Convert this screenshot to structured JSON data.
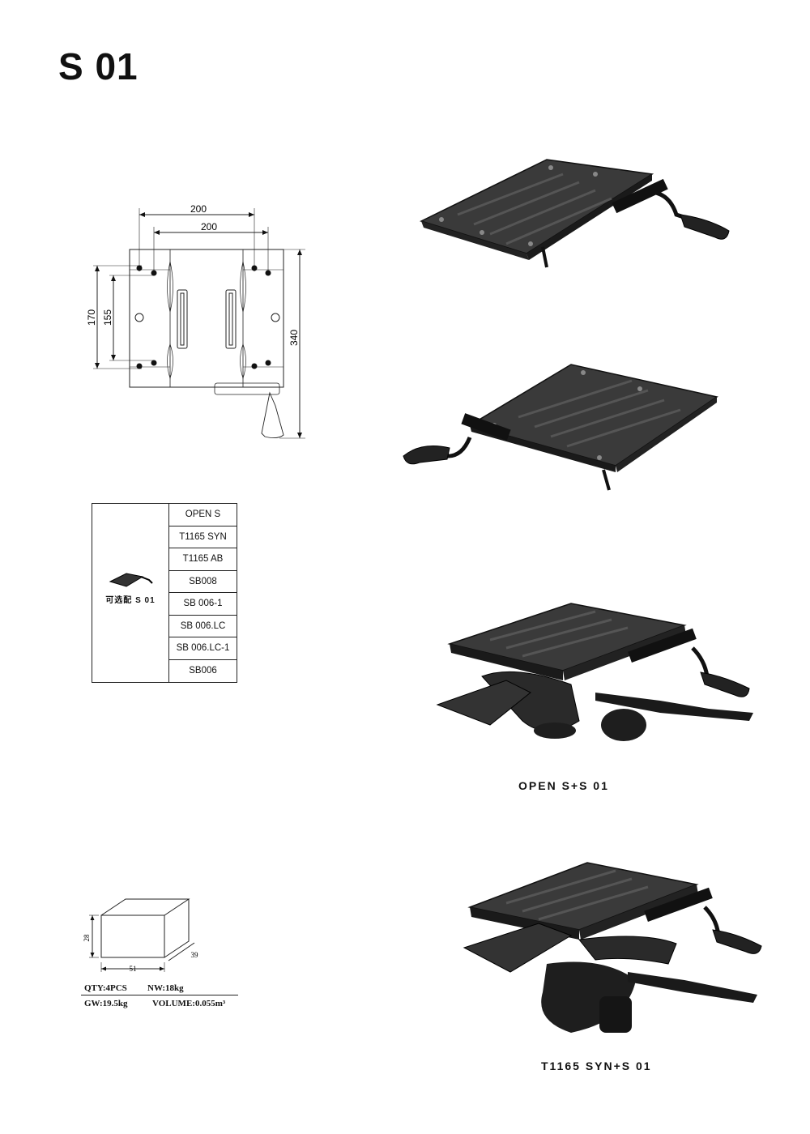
{
  "title": "S 01",
  "drawing": {
    "dim_width_outer": "200",
    "dim_width_inner": "200",
    "dim_height_outer": "170",
    "dim_height_inner": "155",
    "dim_total_depth": "340"
  },
  "compat": {
    "label": "可选配 S 01",
    "items": [
      "OPEN S",
      "T1165 SYN",
      "T1165 AB",
      "SB008",
      "SB 006-1",
      "SB 006.LC",
      "SB 006.LC-1",
      "SB006"
    ]
  },
  "captions": {
    "product3": "OPEN S+S 01",
    "product4": "T1165 SYN+S 01"
  },
  "package": {
    "dim_height": "28",
    "dim_length": "51",
    "dim_depth": "39",
    "qty": "QTY:4PCS",
    "nw": "NW:18kg",
    "gw": "GW:19.5kg",
    "volume": "VOLUME:0.055m³"
  }
}
